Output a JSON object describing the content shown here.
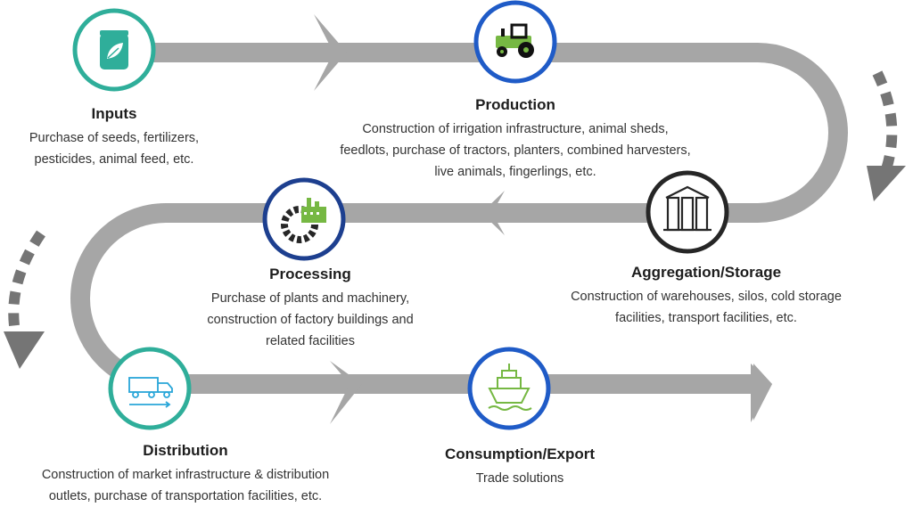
{
  "colors": {
    "path": "#a6a6a6",
    "arrow_dark": "#757575",
    "teal": "#2fae9a",
    "blue": "#1f5bc7",
    "dark_blue": "#1d3f8f",
    "black_ring": "#262626",
    "icon_green": "#76b843"
  },
  "stages": [
    {
      "title": "Inputs",
      "desc": "Purchase of seeds, fertilizers,\npesticides, animal feed, etc.",
      "icon": "seed-bag-icon"
    },
    {
      "title": "Production",
      "desc": "Construction of irrigation infrastructure, animal sheds,\nfeedlots, purchase of tractors, planters, combined harvesters,\nlive animals, fingerlings, etc.",
      "icon": "tractor-icon"
    },
    {
      "title": "Aggregation/Storage",
      "desc": "Construction of warehouses, silos, cold storage\nfacilities, transport facilities, etc.",
      "icon": "silo-icon"
    },
    {
      "title": "Processing",
      "desc": "Purchase of plants and machinery,\nconstruction of factory buildings and\nrelated facilities",
      "icon": "factory-gear-icon"
    },
    {
      "title": "Distribution",
      "desc": "Construction of market infrastructure & distribution\noutlets, purchase of transportation facilities, etc.",
      "icon": "truck-icon"
    },
    {
      "title": "Consumption/Export",
      "desc": "Trade solutions",
      "icon": "ship-icon"
    }
  ]
}
